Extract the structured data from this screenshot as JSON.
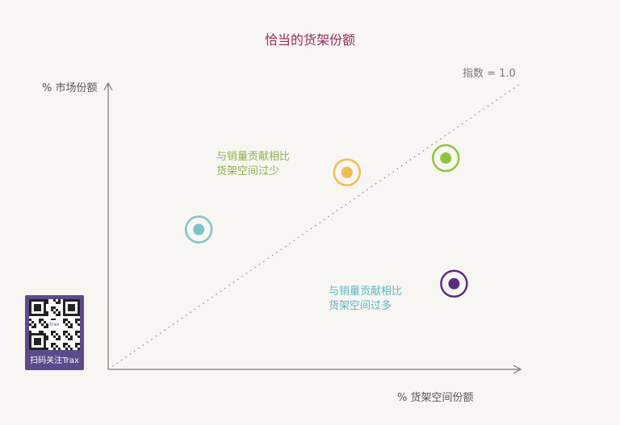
{
  "chart_data": {
    "type": "scatter",
    "title": "恰当的货架份额",
    "xlabel": "% 货架空间份额",
    "ylabel": "% 市场份额",
    "reference_line": {
      "label": "指数 = 1.0",
      "style": "dotted",
      "slope": 1
    },
    "xlim": [
      0,
      1
    ],
    "ylim": [
      0,
      1
    ],
    "grid": false,
    "points": [
      {
        "x": 0.22,
        "y": 0.49,
        "color": "#7ec3c8"
      },
      {
        "x": 0.58,
        "y": 0.69,
        "color": "#f0bd52"
      },
      {
        "x": 0.82,
        "y": 0.74,
        "color": "#8cc63f"
      },
      {
        "x": 0.84,
        "y": 0.3,
        "color": "#5b2d82"
      }
    ],
    "annotations": [
      {
        "lines": [
          "与销量贡献相比",
          "货架空间过少"
        ],
        "color": "#8db14c"
      },
      {
        "lines": [
          "与销量贡献相比",
          "货架空间过多"
        ],
        "color": "#5fb5bd"
      }
    ]
  },
  "qr_badge": {
    "label": "扫码关注Trax",
    "logo_text": "trax",
    "color": "#5d4a8c"
  }
}
